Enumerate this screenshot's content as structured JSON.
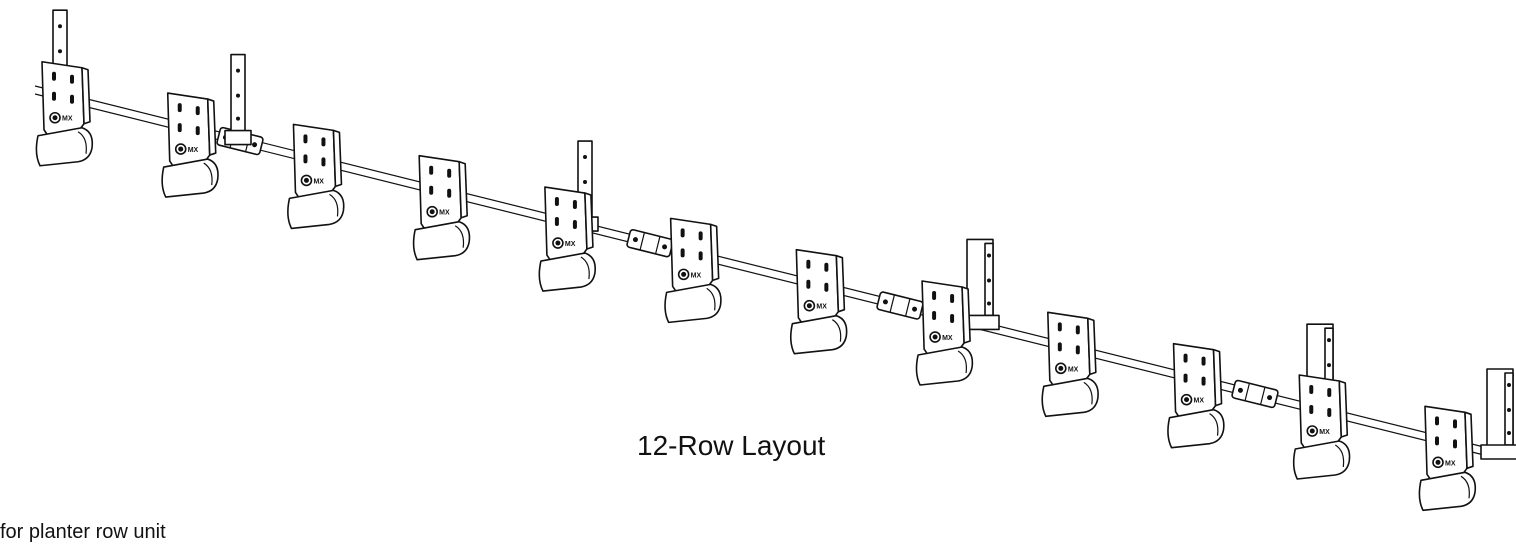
{
  "caption": "12-Row Layout",
  "footer_fragment": "for planter row unit",
  "row_count": 12,
  "mount_count": 6,
  "coupler_count": 4,
  "logo_text": "MX"
}
